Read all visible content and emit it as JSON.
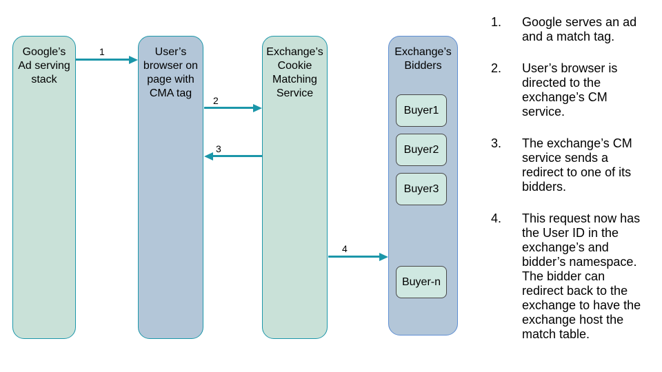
{
  "diagram": {
    "nodes": [
      {
        "id": "google-ad-stack",
        "label": "Google’s Ad serving stack"
      },
      {
        "id": "user-browser",
        "label": "User’s browser on page with CMA tag"
      },
      {
        "id": "cm-service",
        "label": "Exchange’s Cookie Matching Service"
      },
      {
        "id": "exchange-bidders",
        "label": "Exchange’s Bidders"
      }
    ],
    "buyers": [
      "Buyer1",
      "Buyer2",
      "Buyer3",
      "Buyer-n"
    ],
    "arrows": [
      {
        "label": "1",
        "from": "google-ad-stack",
        "to": "user-browser",
        "direction": "right"
      },
      {
        "label": "2",
        "from": "user-browser",
        "to": "cm-service",
        "direction": "right"
      },
      {
        "label": "3",
        "from": "cm-service",
        "to": "user-browser",
        "direction": "left"
      },
      {
        "label": "4",
        "from": "cm-service",
        "to": "exchange-bidders",
        "direction": "right"
      }
    ],
    "colors": {
      "green_fill": "#c9e1d8",
      "blue_fill": "#b3c6d8",
      "teal_border": "#1b96a9",
      "blue_border": "#5c8dd2",
      "buyer_fill": "#cfe8e1",
      "buyer_border": "#474747",
      "arrow": "#1b96a9",
      "text": "#000000",
      "background": "#ffffff"
    }
  },
  "steps": [
    {
      "num": "1.",
      "text": "Google serves an ad and a match tag."
    },
    {
      "num": "2.",
      "text": "User’s browser is directed to the exchange’s CM service."
    },
    {
      "num": "3.",
      "text": "The exchange’s CM service sends a redirect to one of its bidders."
    },
    {
      "num": "4.",
      "text": "This request now has the User ID in the exchange’s and bidder’s namespace. The bidder can redirect back to the exchange to have the exchange host the match table."
    }
  ]
}
